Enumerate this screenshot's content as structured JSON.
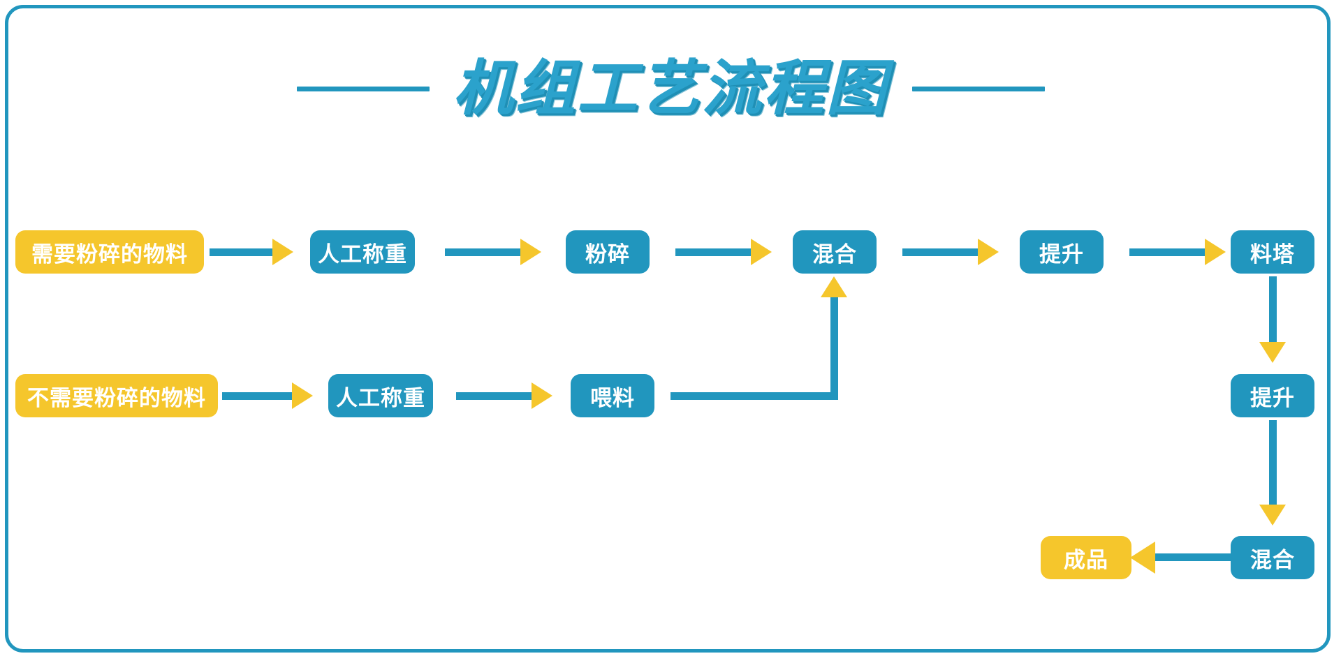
{
  "frame": {
    "border_color": "#2196be",
    "background": "#ffffff"
  },
  "title": {
    "text": "机组工艺流程图",
    "color": "#2ba2cc",
    "rule_color": "#2196be"
  },
  "palette": {
    "blue": "#2196be",
    "yellow": "#f5c62c",
    "arrow_shaft": "#2196be",
    "arrow_head": "#f5c62c",
    "node_text": "#ffffff"
  },
  "flow": {
    "row1": {
      "nodes": [
        {
          "id": "material-to-crush",
          "label": "需要粉碎的物料",
          "style": "yellow"
        },
        {
          "id": "manual-weigh-1",
          "label": "人工称重",
          "style": "blue"
        },
        {
          "id": "crush",
          "label": "粉碎",
          "style": "blue"
        },
        {
          "id": "mix-1",
          "label": "混合",
          "style": "blue"
        },
        {
          "id": "lift-1",
          "label": "提升",
          "style": "blue"
        },
        {
          "id": "silo",
          "label": "料塔",
          "style": "blue"
        }
      ]
    },
    "row2": {
      "nodes": [
        {
          "id": "material-no-crush",
          "label": "不需要粉碎的物料",
          "style": "yellow"
        },
        {
          "id": "manual-weigh-2",
          "label": "人工称重",
          "style": "blue"
        },
        {
          "id": "feed",
          "label": "喂料",
          "style": "blue"
        }
      ]
    },
    "right_column": {
      "nodes": [
        {
          "id": "lift-2",
          "label": "提升",
          "style": "blue"
        },
        {
          "id": "mix-2",
          "label": "混合",
          "style": "blue"
        }
      ]
    },
    "output": {
      "nodes": [
        {
          "id": "finished-product",
          "label": "成品",
          "style": "yellow"
        }
      ]
    },
    "connectors": [
      {
        "id": "c1",
        "from": "material-to-crush",
        "to": "manual-weigh-1",
        "direction": "right"
      },
      {
        "id": "c2",
        "from": "manual-weigh-1",
        "to": "crush",
        "direction": "right"
      },
      {
        "id": "c3",
        "from": "crush",
        "to": "mix-1",
        "direction": "right"
      },
      {
        "id": "c4",
        "from": "mix-1",
        "to": "lift-1",
        "direction": "right"
      },
      {
        "id": "c5",
        "from": "lift-1",
        "to": "silo",
        "direction": "right"
      },
      {
        "id": "c6",
        "from": "material-no-crush",
        "to": "manual-weigh-2",
        "direction": "right"
      },
      {
        "id": "c7",
        "from": "manual-weigh-2",
        "to": "feed",
        "direction": "right"
      },
      {
        "id": "c8",
        "from": "feed",
        "to": "mix-1",
        "direction": "elbow-up"
      },
      {
        "id": "c9",
        "from": "silo",
        "to": "lift-2",
        "direction": "down"
      },
      {
        "id": "c10",
        "from": "lift-2",
        "to": "mix-2",
        "direction": "down"
      },
      {
        "id": "c11",
        "from": "mix-2",
        "to": "finished-product",
        "direction": "left"
      }
    ]
  }
}
